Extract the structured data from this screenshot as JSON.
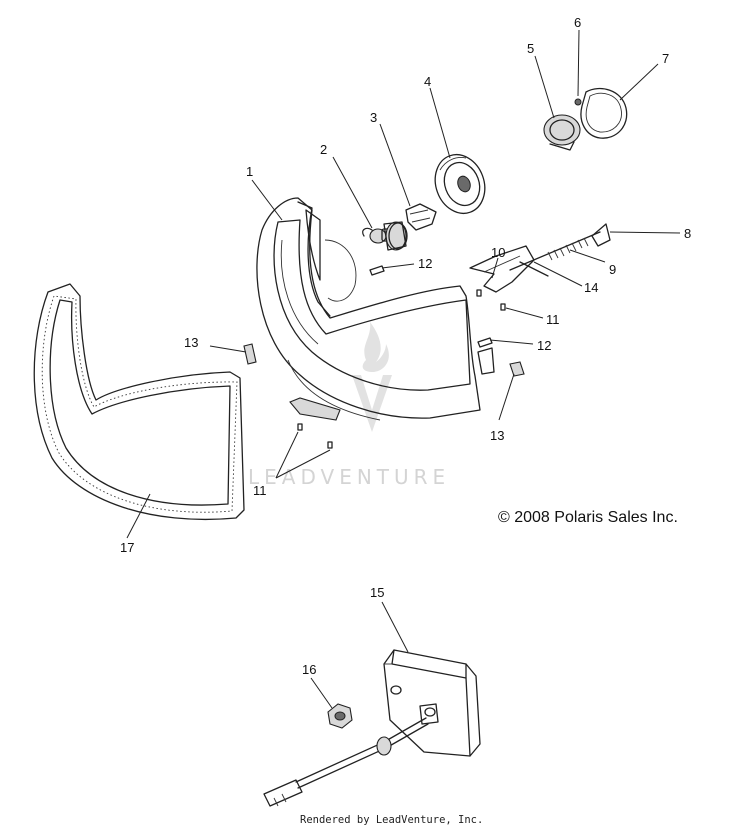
{
  "watermark": {
    "text": "LEADVENTURE"
  },
  "copyright": "© 2008 Polaris Sales Inc.",
  "footer": "Rendered by LeadVenture, Inc.",
  "callouts": [
    {
      "id": "c1",
      "label": "1"
    },
    {
      "id": "c2",
      "label": "2"
    },
    {
      "id": "c3",
      "label": "3"
    },
    {
      "id": "c4",
      "label": "4"
    },
    {
      "id": "c5",
      "label": "5"
    },
    {
      "id": "c6",
      "label": "6"
    },
    {
      "id": "c7",
      "label": "7"
    },
    {
      "id": "c8",
      "label": "8"
    },
    {
      "id": "c9",
      "label": "9"
    },
    {
      "id": "c10",
      "label": "10"
    },
    {
      "id": "c11a",
      "label": "11"
    },
    {
      "id": "c11b",
      "label": "11"
    },
    {
      "id": "c12a",
      "label": "12"
    },
    {
      "id": "c12b",
      "label": "12"
    },
    {
      "id": "c13a",
      "label": "13"
    },
    {
      "id": "c13b",
      "label": "13"
    },
    {
      "id": "c14",
      "label": "14"
    },
    {
      "id": "c15",
      "label": "15"
    },
    {
      "id": "c16",
      "label": "16"
    },
    {
      "id": "c17",
      "label": "17"
    }
  ]
}
